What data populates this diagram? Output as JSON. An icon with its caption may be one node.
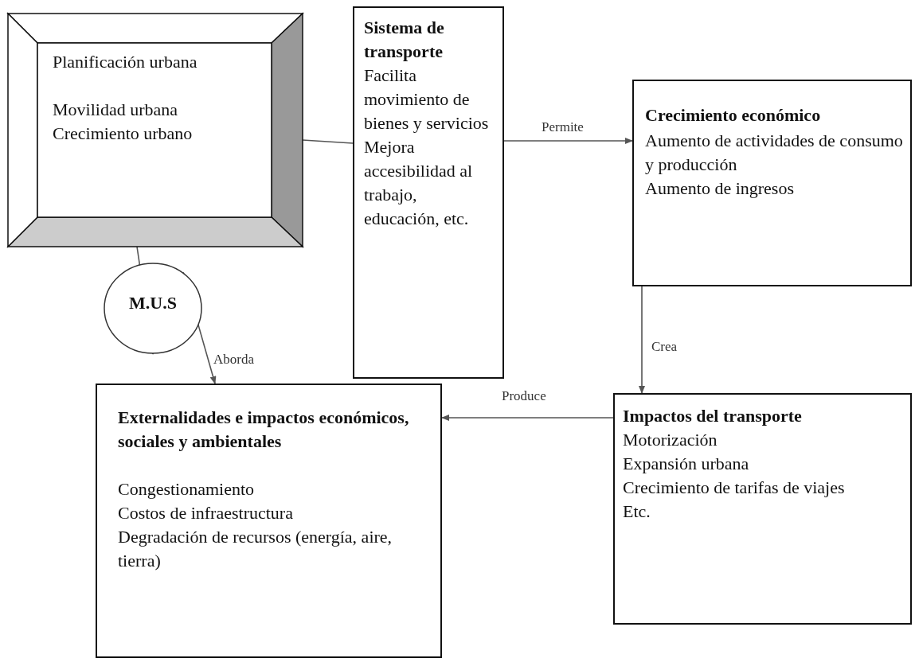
{
  "diagram": {
    "nodes": [
      {
        "text": [
          "Planificación urbana",
          "Movilidad urbana",
          "Crecimiento urbano"
        ]
      },
      {
        "text": [
          "Sistema de transporte",
          "Facilita movimiento de bienes y servicios",
          "Mejora accesibilidad al trabajo, educación, etc."
        ]
      },
      {
        "text": [
          "Crecimiento económico",
          "Aumento de actividades de consumo y producción",
          "Aumento de ingresos"
        ]
      },
      {
        "text": [
          "M.U.S"
        ]
      },
      {
        "text": [
          "Externalidades e impactos económicos, sociales y ambientales",
          "Congestionamiento",
          "Costos de infraestructura",
          "Degradación de recursos (energía, aire, tierra)"
        ]
      },
      {
        "text": [
          "Impactos del transporte",
          "Motorización",
          "Expansión urbana",
          "Crecimiento de tarifas de viajes",
          "Etc."
        ]
      }
    ],
    "edges": [
      {
        "from": 0,
        "to": 1,
        "arrow": "none"
      },
      {
        "from": 1,
        "to": 2,
        "arrow": "to",
        "label": "Permite"
      },
      {
        "from": 2,
        "to": 5,
        "arrow": "to",
        "label": "Crea"
      },
      {
        "from": 5,
        "to": 4,
        "arrow": "to",
        "label": "Produce"
      },
      {
        "from": 0,
        "to": 3,
        "arrow": "to"
      },
      {
        "from": 3,
        "to": 4,
        "arrow": "to",
        "label": "Aborda"
      }
    ]
  }
}
